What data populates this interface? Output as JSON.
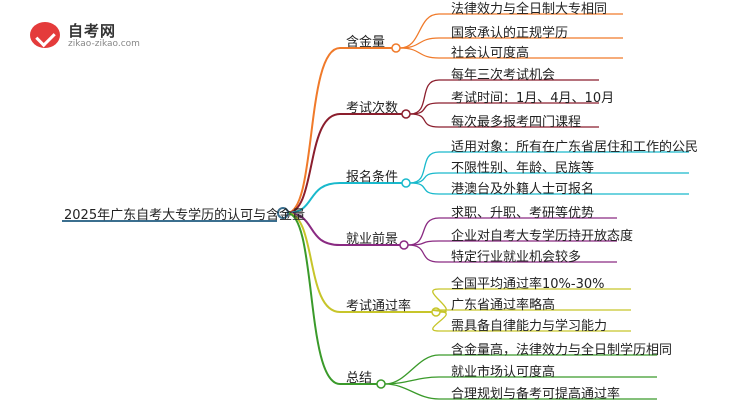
{
  "logo": {
    "title": "自考网",
    "url": "zikao-zikao.com",
    "icon": "graduation-cap-icon"
  },
  "root": "2025年广东自考大专学历的认可与含金量",
  "branches": [
    {
      "label": "含金量",
      "color": "#f07a2a",
      "leaves": [
        "法律效力与全日制大专相同",
        "国家承认的正规学历",
        "社会认可度高"
      ]
    },
    {
      "label": "考试次数",
      "color": "#8b1e2d",
      "leaves": [
        "每年三次考试机会",
        "考试时间：1月、4月、10月",
        "每次最多报考四门课程"
      ]
    },
    {
      "label": "报名条件",
      "color": "#19b9cc",
      "leaves": [
        "适用对象：所有在广东省居住和工作的公民",
        "不限性别、年龄、民族等",
        "港澳台及外籍人士可报名"
      ]
    },
    {
      "label": "就业前景",
      "color": "#8a2a82",
      "leaves": [
        "求职、升职、考研等优势",
        "企业对自考大专学历持开放态度",
        "特定行业就业机会较多"
      ]
    },
    {
      "label": "考试通过率",
      "color": "#c7c52a",
      "leaves": [
        "全国平均通过率10%-30%",
        "广东省通过率略高",
        "需具备自律能力与学习能力"
      ]
    },
    {
      "label": "总结",
      "color": "#3a9a2a",
      "leaves": [
        "含金量高，法律效力与全日制学历相同",
        "就业市场认可度高",
        "合理规划与备考可提高通过率"
      ]
    }
  ]
}
